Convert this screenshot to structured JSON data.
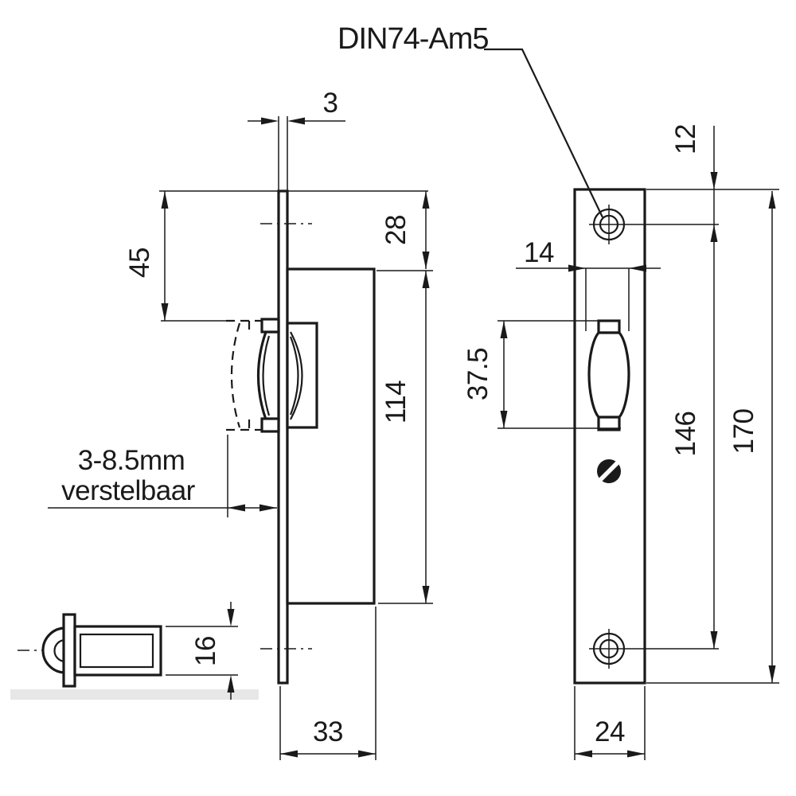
{
  "labels": {
    "screw_spec": "DIN74-Am5",
    "adjustable_1": "3-8.5mm",
    "adjustable_2": "verstelbaar"
  },
  "dims": {
    "faceplate_thickness": "3",
    "top_to_roller": "45",
    "top_to_case": "28",
    "case_height": "114",
    "bolt_height": "16",
    "case_depth": "33",
    "hole_offset": "12",
    "roller_width": "14",
    "roller_height": "37.5",
    "hole_spacing": "146",
    "plate_height": "170",
    "plate_width": "24"
  },
  "colors": {
    "ink": "#1a1a1a",
    "paper": "#ffffff",
    "ground": "#e7e7e7"
  }
}
